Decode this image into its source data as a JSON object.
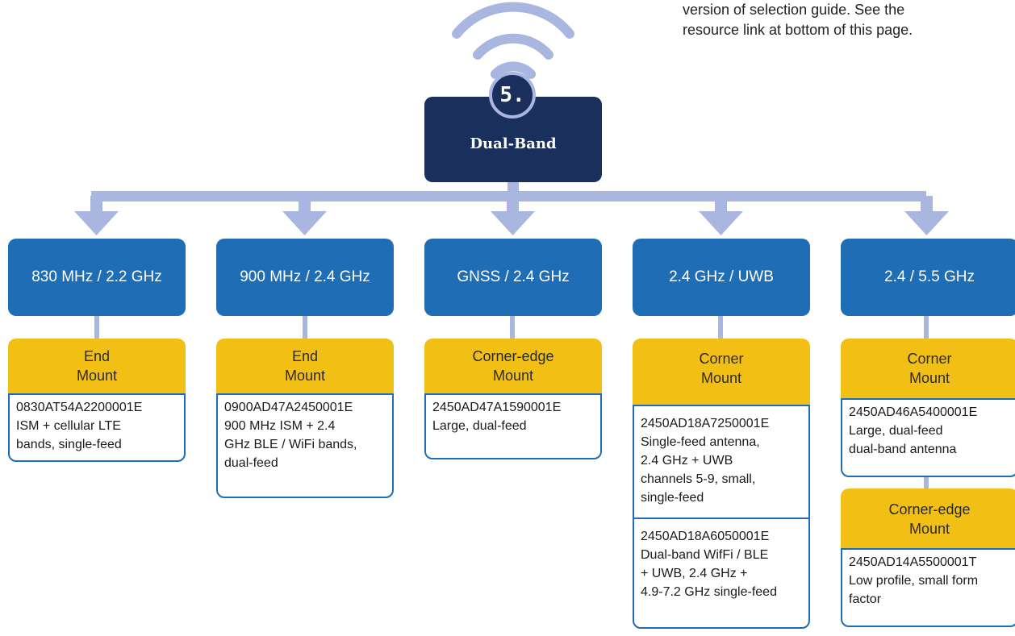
{
  "note": {
    "lines": [
      "version of selection guide. See the",
      "resource link at bottom of this page."
    ]
  },
  "root": {
    "number": "5.",
    "label": "Dual-Band"
  },
  "colors": {
    "navy": "#1a2f5c",
    "blue": "#1f6db5",
    "yellow": "#f2c014",
    "connector": "#a9b6df"
  },
  "icons": {
    "wifi": "wifi-signal-icon"
  },
  "columns": [
    {
      "band": "830 MHz / 2.2 GHz",
      "groups": [
        {
          "mount": [
            "End",
            "Mount"
          ],
          "parts": [
            {
              "lines": [
                "0830AT54A2200001E",
                "ISM + cellular LTE",
                "bands, single-feed"
              ]
            }
          ]
        }
      ]
    },
    {
      "band": "900 MHz / 2.4 GHz",
      "groups": [
        {
          "mount": [
            "End",
            "Mount"
          ],
          "parts": [
            {
              "lines": [
                "0900AD47A2450001E",
                "900 MHz ISM + 2.4",
                "GHz BLE / WiFi bands,",
                "dual-feed"
              ]
            }
          ]
        }
      ]
    },
    {
      "band": "GNSS / 2.4 GHz",
      "groups": [
        {
          "mount": [
            "Corner-edge",
            "Mount"
          ],
          "parts": [
            {
              "lines": [
                "2450AD47A1590001E",
                "Large, dual-feed"
              ]
            }
          ]
        }
      ]
    },
    {
      "band": "2.4 GHz / UWB",
      "groups": [
        {
          "mount": [
            "Corner",
            "Mount"
          ],
          "parts": [
            {
              "lines": [
                "2450AD18A7250001E",
                "Single-feed antenna,",
                "2.4 GHz + UWB",
                "channels 5-9, small,",
                "single-feed"
              ]
            },
            {
              "lines": [
                "2450AD18A6050001E",
                "Dual-band WifFi / BLE",
                "+ UWB, 2.4 GHz +",
                "4.9-7.2 GHz single-feed"
              ]
            }
          ]
        }
      ]
    },
    {
      "band": "2.4 / 5.5 GHz",
      "groups": [
        {
          "mount": [
            "Corner",
            "Mount"
          ],
          "parts": [
            {
              "lines": [
                "2450AD46A5400001E",
                "Large, dual-feed",
                "dual-band antenna"
              ]
            }
          ]
        },
        {
          "mount": [
            "Corner-edge",
            "Mount"
          ],
          "parts": [
            {
              "lines": [
                "2450AD14A5500001T",
                "Low profile, small form",
                "factor"
              ]
            }
          ]
        }
      ]
    }
  ]
}
